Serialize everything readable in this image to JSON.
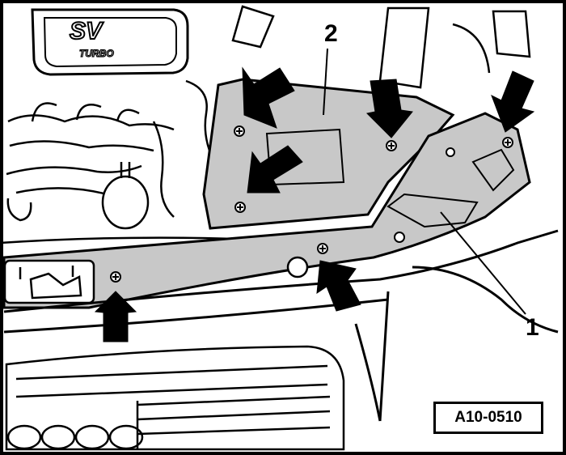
{
  "figure": {
    "figure_id": "A10-0510",
    "callouts": [
      "1",
      "2"
    ],
    "engine_badge": {
      "main": "SV",
      "sub": "TURBO"
    }
  },
  "colors": {
    "line": "#000000",
    "panel_fill": "#c8c8c8",
    "background": "#ffffff"
  },
  "icons": [
    "arrow-icon",
    "screw-icon"
  ]
}
